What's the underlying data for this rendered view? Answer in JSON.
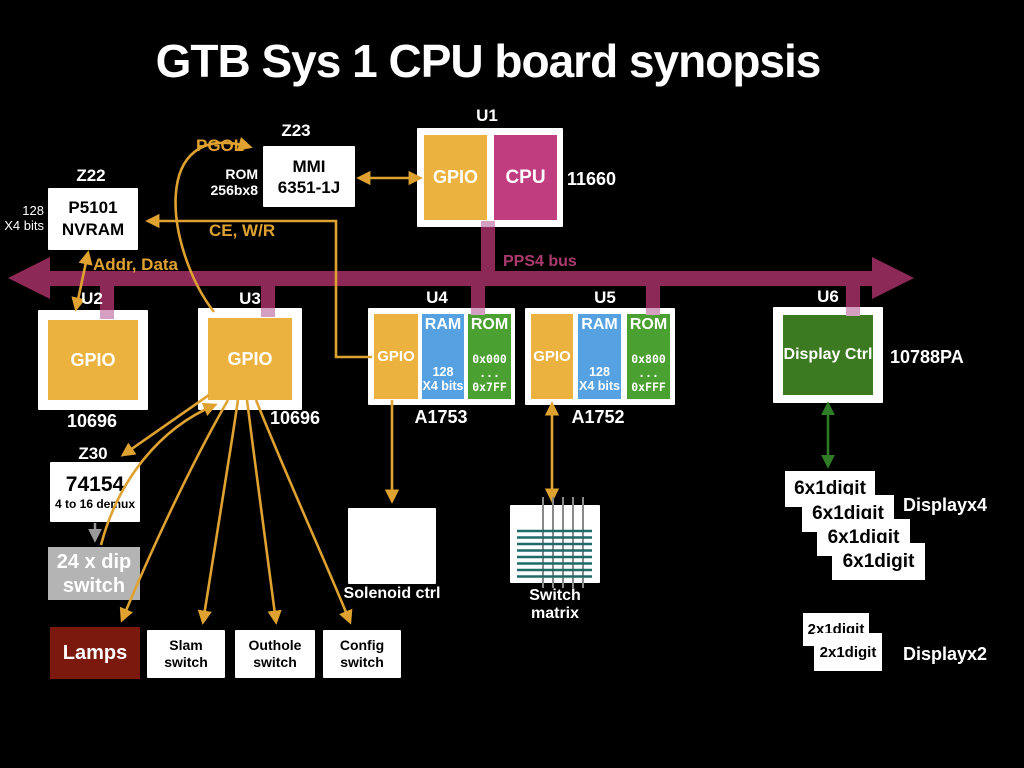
{
  "title": "GTB Sys 1 CPU board synopsis",
  "bus": {
    "label": "PPS4 bus"
  },
  "nets": {
    "pgol": "PGOL",
    "ce_wr": "CE, W/R",
    "addr_data": "Addr, Data"
  },
  "chips": {
    "u1": {
      "ref": "U1",
      "gpio": "GPIO",
      "cpu": "CPU",
      "chip": "11660"
    },
    "z23": {
      "ref": "Z23",
      "line1": "MMI",
      "line2": "6351-1J",
      "side1": "ROM",
      "side2": "256bx8"
    },
    "z22": {
      "ref": "Z22",
      "line1": "P5101",
      "line2": "NVRAM",
      "side1": "128",
      "side2": "X4 bits"
    },
    "u2": {
      "ref": "U2",
      "gpio": "GPIO",
      "chip": "10696"
    },
    "u3": {
      "ref": "U3",
      "gpio": "GPIO",
      "chip": "10696"
    },
    "u4": {
      "ref": "U4",
      "gpio": "GPIO",
      "ram_title": "RAM",
      "ram_line1": "128",
      "ram_line2": "X4 bits",
      "rom_title": "ROM",
      "rom_start": "0x000",
      "rom_dots": "...",
      "rom_end": "0x7FF",
      "chip": "A1753"
    },
    "u5": {
      "ref": "U5",
      "gpio": "GPIO",
      "ram_title": "RAM",
      "ram_line1": "128",
      "ram_line2": "X4 bits",
      "rom_title": "ROM",
      "rom_start": "0x800",
      "rom_dots": "...",
      "rom_end": "0xFFF",
      "chip": "A1752"
    },
    "u6": {
      "ref": "U6",
      "part": "Display Ctrl",
      "chip": "10788PA"
    },
    "z30": {
      "ref": "Z30",
      "line1": "74154",
      "line2": "4 to 16 demux"
    }
  },
  "peripherals": {
    "dip": {
      "line1": "24 x dip",
      "line2": "switch"
    },
    "lamps": {
      "label": "Lamps"
    },
    "slam": {
      "line1": "Slam",
      "line2": "switch"
    },
    "outhole": {
      "line1": "Outhole",
      "line2": "switch"
    },
    "config": {
      "line1": "Config",
      "line2": "switch"
    },
    "solenoid": {
      "label": "Solenoid ctrl"
    },
    "matrix": {
      "label": "Switch matrix"
    },
    "display4": {
      "box": "6x1digit",
      "label": "Displayx4"
    },
    "display2": {
      "box": "2x1digit",
      "label": "Displayx2"
    }
  },
  "colors": {
    "gpio_orange": "#ecb23f",
    "cpu_magenta": "#c03e7f",
    "bus_maroon": "#8d2956",
    "bus_label": "#ab3a6f",
    "ram_blue": "#55a1e2",
    "rom_green": "#4ba032",
    "display_ctrl_green": "#3b7a20",
    "arrow_orange": "#dfa231",
    "arrow_green": "#2e7d26",
    "lamps_red": "#7b190e",
    "dip_gray": "#b4b4b4",
    "matrix_teal": "#1e6b68"
  }
}
